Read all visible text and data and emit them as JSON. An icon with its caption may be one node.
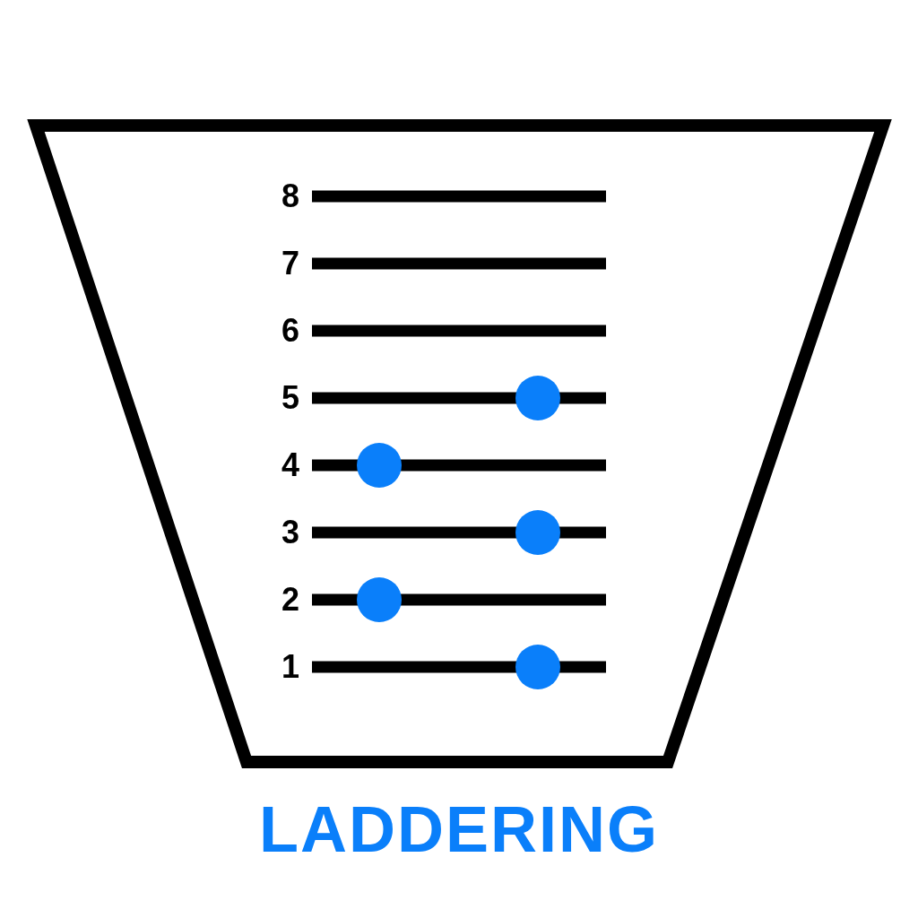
{
  "diagram": {
    "caption": "LADDERING",
    "labels": [
      "8",
      "7",
      "6",
      "5",
      "4",
      "3",
      "2",
      "1"
    ]
  }
}
